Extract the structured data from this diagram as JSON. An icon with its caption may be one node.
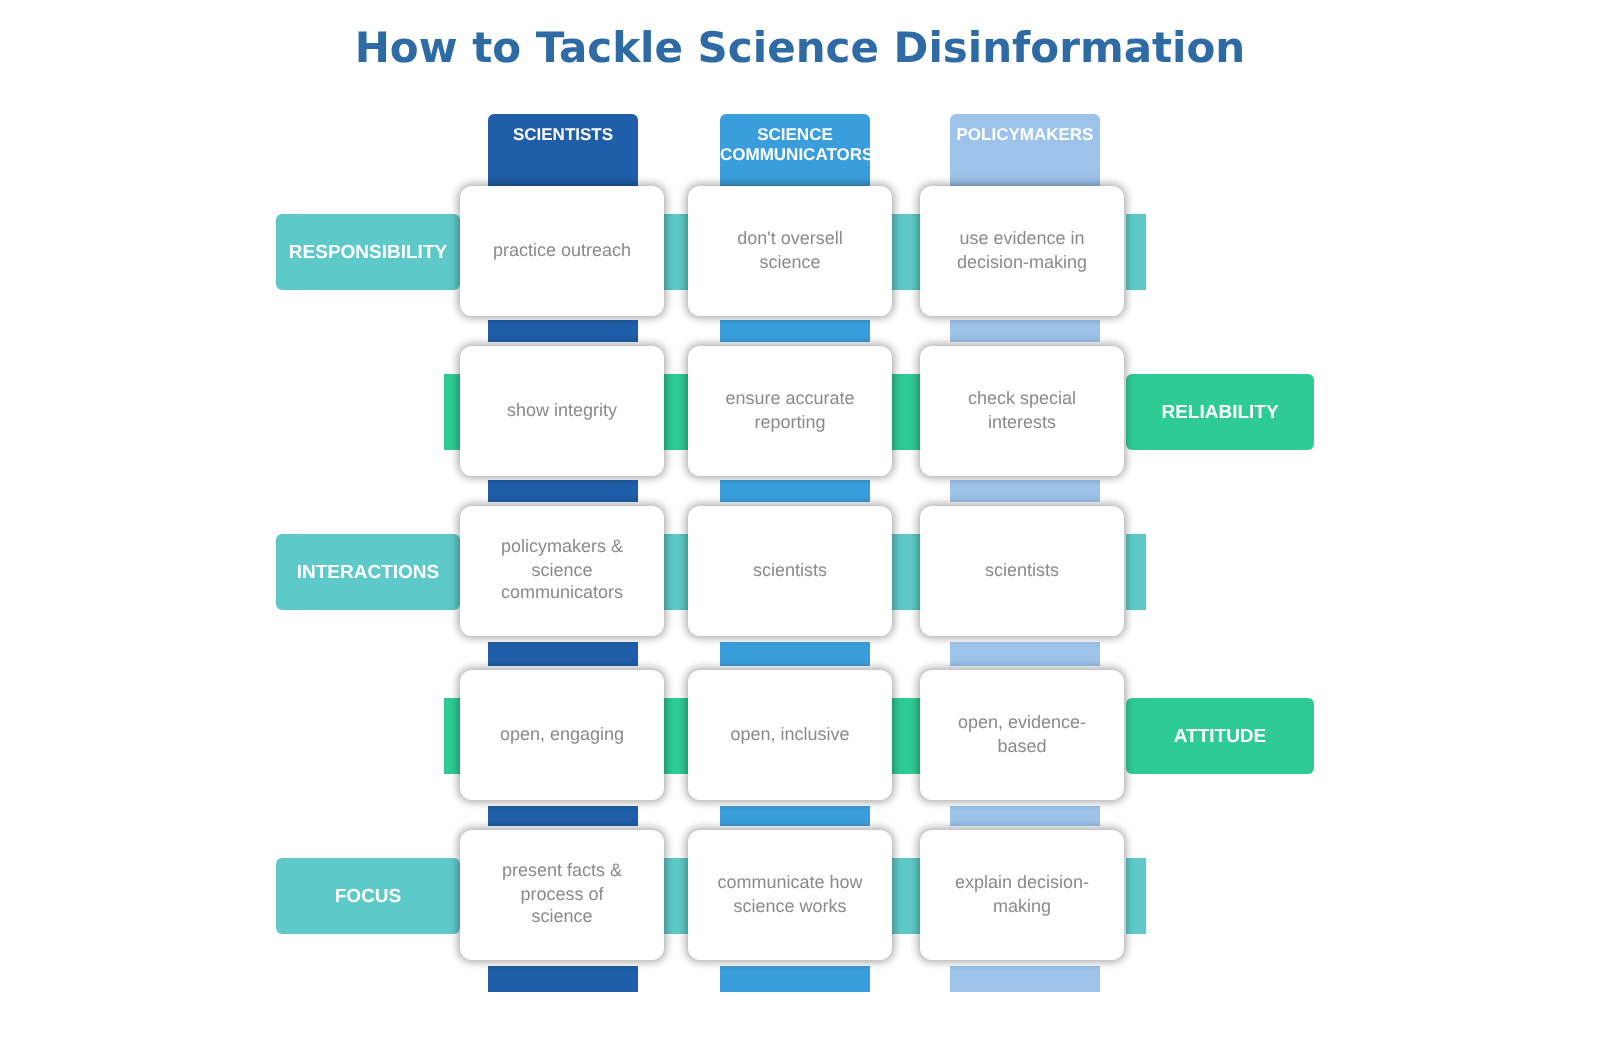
{
  "diagram": {
    "title": "How to Tackle Science Disinformation",
    "nodes": [
      {
        "text": [
          "SCIENTISTS"
        ]
      },
      {
        "text": [
          "SCIENCE COMMUNICATORS"
        ]
      },
      {
        "text": [
          "POLICYMAKERS"
        ]
      },
      {
        "text": [
          "RESPONSIBILITY"
        ]
      },
      {
        "text": [
          "RELIABILITY"
        ]
      },
      {
        "text": [
          "INTERACTIONS"
        ]
      },
      {
        "text": [
          "ATTITUDE"
        ]
      },
      {
        "text": [
          "FOCUS"
        ]
      },
      {
        "text": [
          "practice outreach"
        ]
      },
      {
        "text": [
          "don't oversell science"
        ]
      },
      {
        "text": [
          "use evidence in decision-making"
        ]
      },
      {
        "text": [
          "show integrity"
        ]
      },
      {
        "text": [
          "ensure accurate reporting"
        ]
      },
      {
        "text": [
          "check special interests"
        ]
      },
      {
        "text": [
          "policymakers & science communicators"
        ]
      },
      {
        "text": [
          "scientists"
        ]
      },
      {
        "text": [
          "scientists"
        ]
      },
      {
        "text": [
          "open, engaging"
        ]
      },
      {
        "text": [
          "open, inclusive"
        ]
      },
      {
        "text": [
          "open, evidence-based"
        ]
      },
      {
        "text": [
          "present facts & process of science"
        ]
      },
      {
        "text": [
          "communicate how science works"
        ]
      },
      {
        "text": [
          "explain decision-making"
        ]
      }
    ]
  }
}
